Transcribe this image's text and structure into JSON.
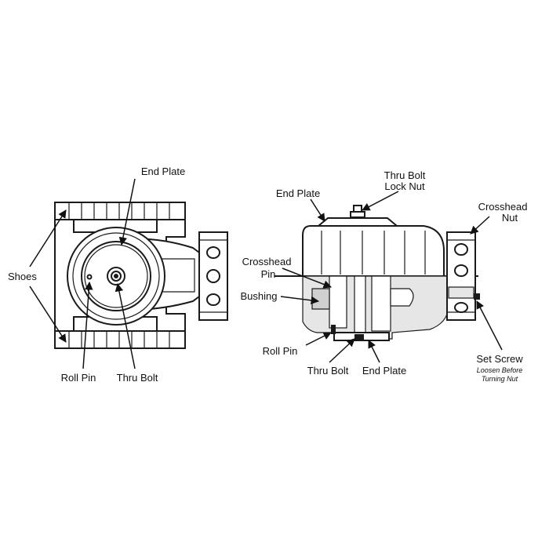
{
  "left_view": {
    "labels": {
      "end_plate": "End Plate",
      "shoes": "Shoes",
      "roll_pin": "Roll Pin",
      "thru_bolt": "Thru Bolt"
    }
  },
  "right_view": {
    "labels": {
      "thru_bolt_lock_nut_line1": "Thru Bolt",
      "thru_bolt_lock_nut_line2": "Lock Nut",
      "end_plate_top": "End Plate",
      "crosshead_nut_line1": "Crosshead",
      "crosshead_nut_line2": "Nut",
      "crosshead_pin_line1": "Crosshead",
      "crosshead_pin_line2": "Pin",
      "bushing": "Bushing",
      "roll_pin": "Roll Pin",
      "thru_bolt": "Thru Bolt",
      "end_plate_bottom": "End Plate",
      "set_screw": "Set Screw",
      "set_screw_note_line1": "Loosen Before",
      "set_screw_note_line2": "Turning Nut"
    }
  }
}
